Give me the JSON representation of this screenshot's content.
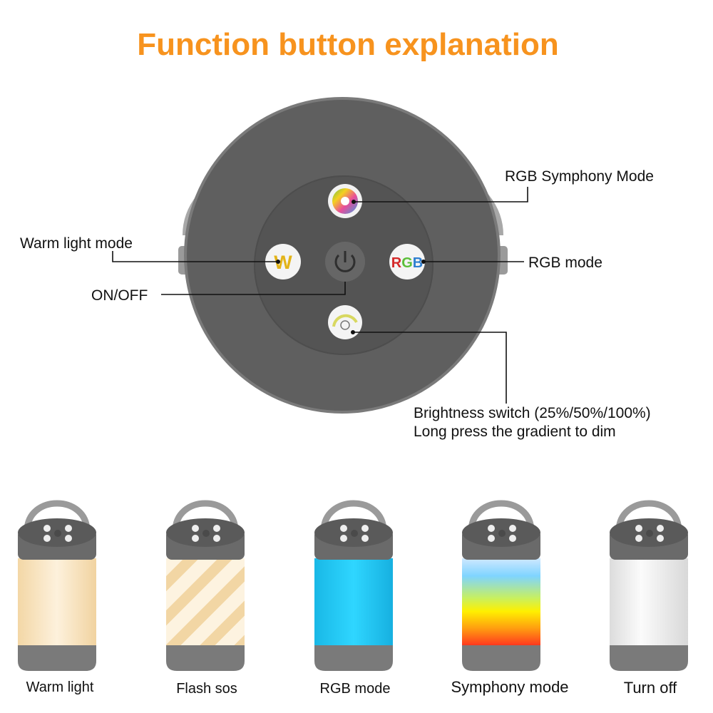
{
  "title": "Function button explanation",
  "colors": {
    "title": "#f7931e",
    "body": "#5e5e5e",
    "inner": "#525252",
    "handle": "#8c8c8c"
  },
  "buttons": {
    "symphony": "RGB Symphony Mode",
    "warm": "Warm light mode",
    "onoff": "ON/OFF",
    "rgb": "RGB mode",
    "brightness_1": "Brightness switch (25%/50%/100%)",
    "brightness_2": "Long press the gradient to dim"
  },
  "button_glyphs": {
    "warm": "W",
    "rgb_r": "R",
    "rgb_g": "G",
    "rgb_b": "B"
  },
  "modes": [
    {
      "label": "Warm light"
    },
    {
      "label": "Flash sos"
    },
    {
      "label": "RGB mode"
    },
    {
      "label": "Symphony mode"
    },
    {
      "label": "Turn off"
    }
  ]
}
